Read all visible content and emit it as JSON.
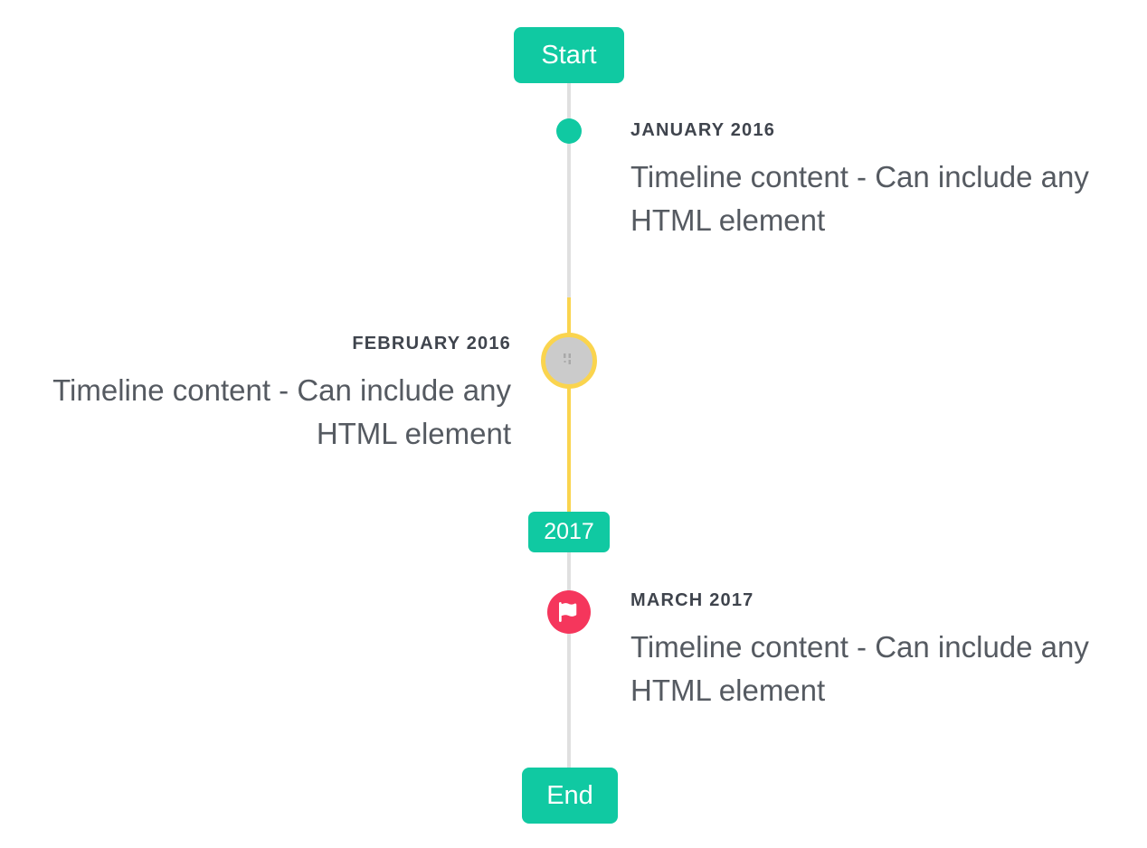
{
  "timeline": {
    "start_badge": "Start",
    "period_badge": "2017",
    "end_badge": "End",
    "items": [
      {
        "id": "january-2016",
        "side": "right",
        "marker": "dot",
        "title": "JANUARY 2016",
        "content": "Timeline content - Can include any HTML element"
      },
      {
        "id": "february-2016",
        "side": "left",
        "marker": "broken-image-circle",
        "title": "FEBRUARY 2016",
        "content": "Timeline content - Can include any HTML element"
      },
      {
        "id": "march-2017",
        "side": "right",
        "marker": "flag",
        "title": "MARCH 2017",
        "content": "Timeline content - Can include any HTML element"
      }
    ],
    "icons": {
      "march_marker": "flag-icon",
      "february_marker": "broken-image-icon",
      "january_marker": "dot-icon"
    },
    "colors": {
      "accent_teal": "#10c9a2",
      "highlight_yellow": "#fad44e",
      "accent_red": "#f5365c",
      "line_gray": "#e0e0e0",
      "marker_gray": "#cbcbcb",
      "title_text": "#3f444d",
      "body_text": "#555a61",
      "badge_text": "#ffffff"
    }
  }
}
